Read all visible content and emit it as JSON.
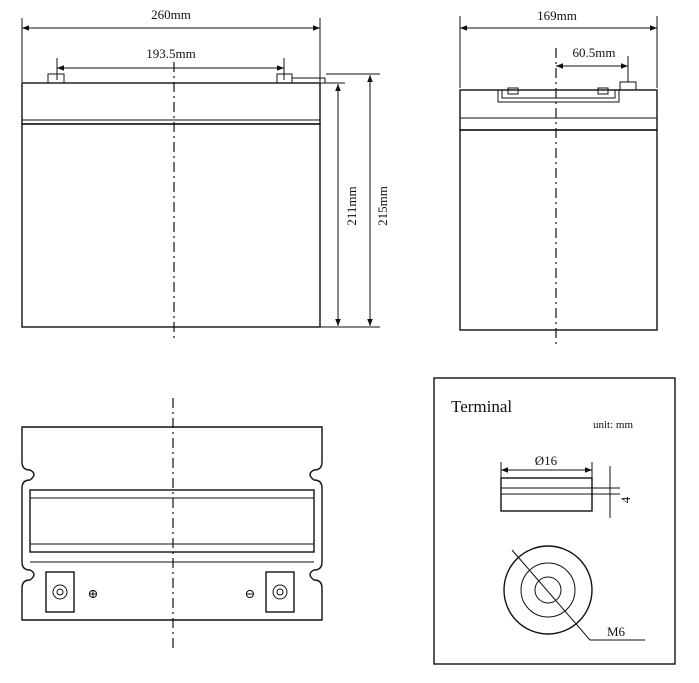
{
  "front_view": {
    "width_label": "260mm",
    "terminal_spacing_label": "193.5mm",
    "height_label": "211mm",
    "total_height_label": "215mm"
  },
  "side_view": {
    "width_label": "169mm",
    "terminal_offset_label": "60.5mm"
  },
  "terminal_detail": {
    "title": "Terminal",
    "unit_label": "unit: mm",
    "diameter_label": "Ø16",
    "thickness_label": "4",
    "thread_label": "M6"
  },
  "top_view": {
    "positive_symbol": "⊕",
    "negative_symbol": "⊖"
  }
}
